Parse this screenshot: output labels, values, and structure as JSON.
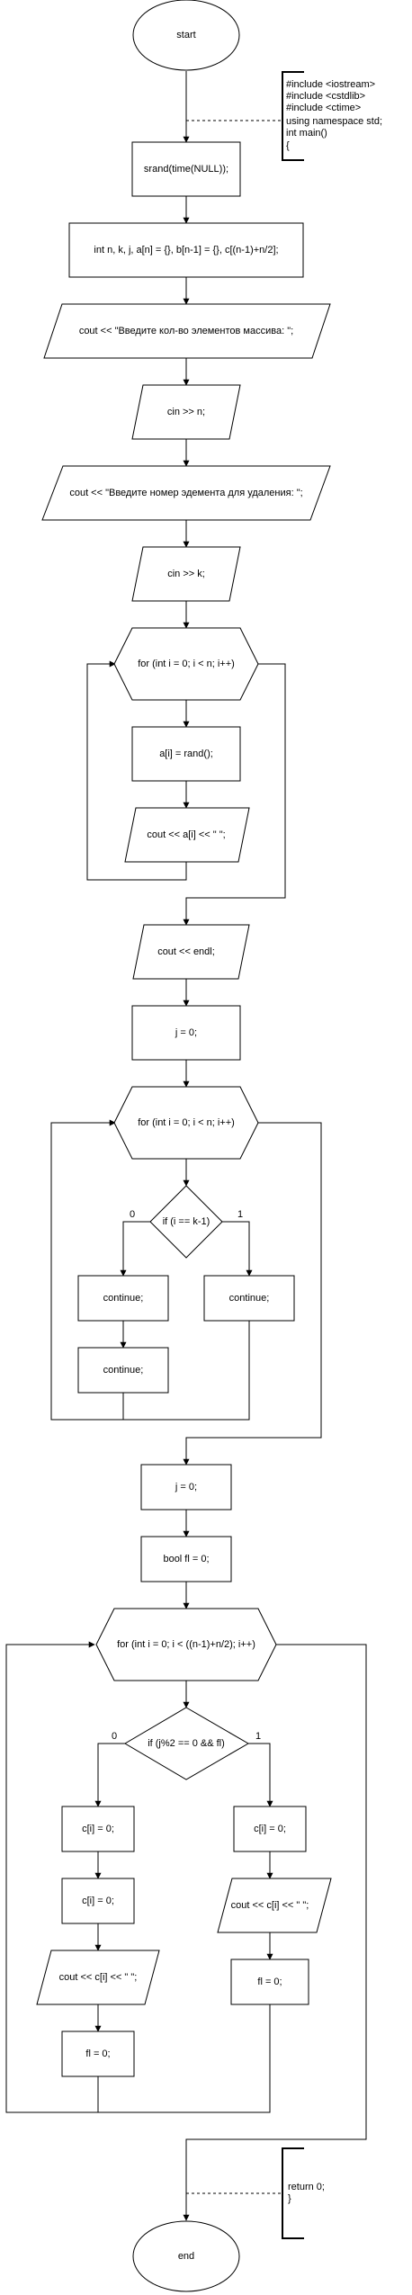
{
  "nodes": {
    "start": "start",
    "srand": "srand(time(NULL));",
    "decl": "int n, k, j, a[n] = {}, b[n-1] = {}, c[(n-1)+n/2];",
    "out_count": "cout << \"Введите кол-во элементов массива: \";",
    "in_n": "cin >> n;",
    "out_index": "cout << \"Введите номер эдемента для удаления: \";",
    "in_k": "cin >> k;",
    "for1": "for (int i = 0; i < n; i++)",
    "rand_assign": "a[i] = rand();",
    "out_ai": "cout << a[i] << \" \";",
    "out_endl": "cout << endl;",
    "j_zero_1": "j = 0;",
    "for2": "for (int i = 0; i < n; i++)",
    "if1": "if (i == k-1)",
    "if1_no": "0",
    "if1_yes": "1",
    "cont_a": "continue;",
    "cont_b": "continue;",
    "cont_c": "continue;",
    "j_zero_2": "j = 0;",
    "bool_fl": "bool fl = 0;",
    "for3": "for (int i = 0; i < ((n-1)+n/2); i++)",
    "if2": "if (j%2 == 0 && fl)",
    "if2_no": "0",
    "if2_yes": "1",
    "ci_left_1": "c[i] = 0;",
    "ci_left_2": "c[i] = 0;",
    "out_ci_left": "cout << c[i] << \" \";",
    "fl_left": "fl = 0;",
    "ci_right": "c[i] = 0;",
    "out_ci_right": "cout << c[i] << \" \";",
    "fl_right": "fl = 0;",
    "end": "end"
  },
  "annotations": {
    "includes": [
      "#include <iostream>",
      "#include <cstdlib>",
      "#include <ctime>",
      "using namespace std;",
      "int main()",
      "{"
    ],
    "closing": [
      "return 0;",
      "}"
    ]
  }
}
